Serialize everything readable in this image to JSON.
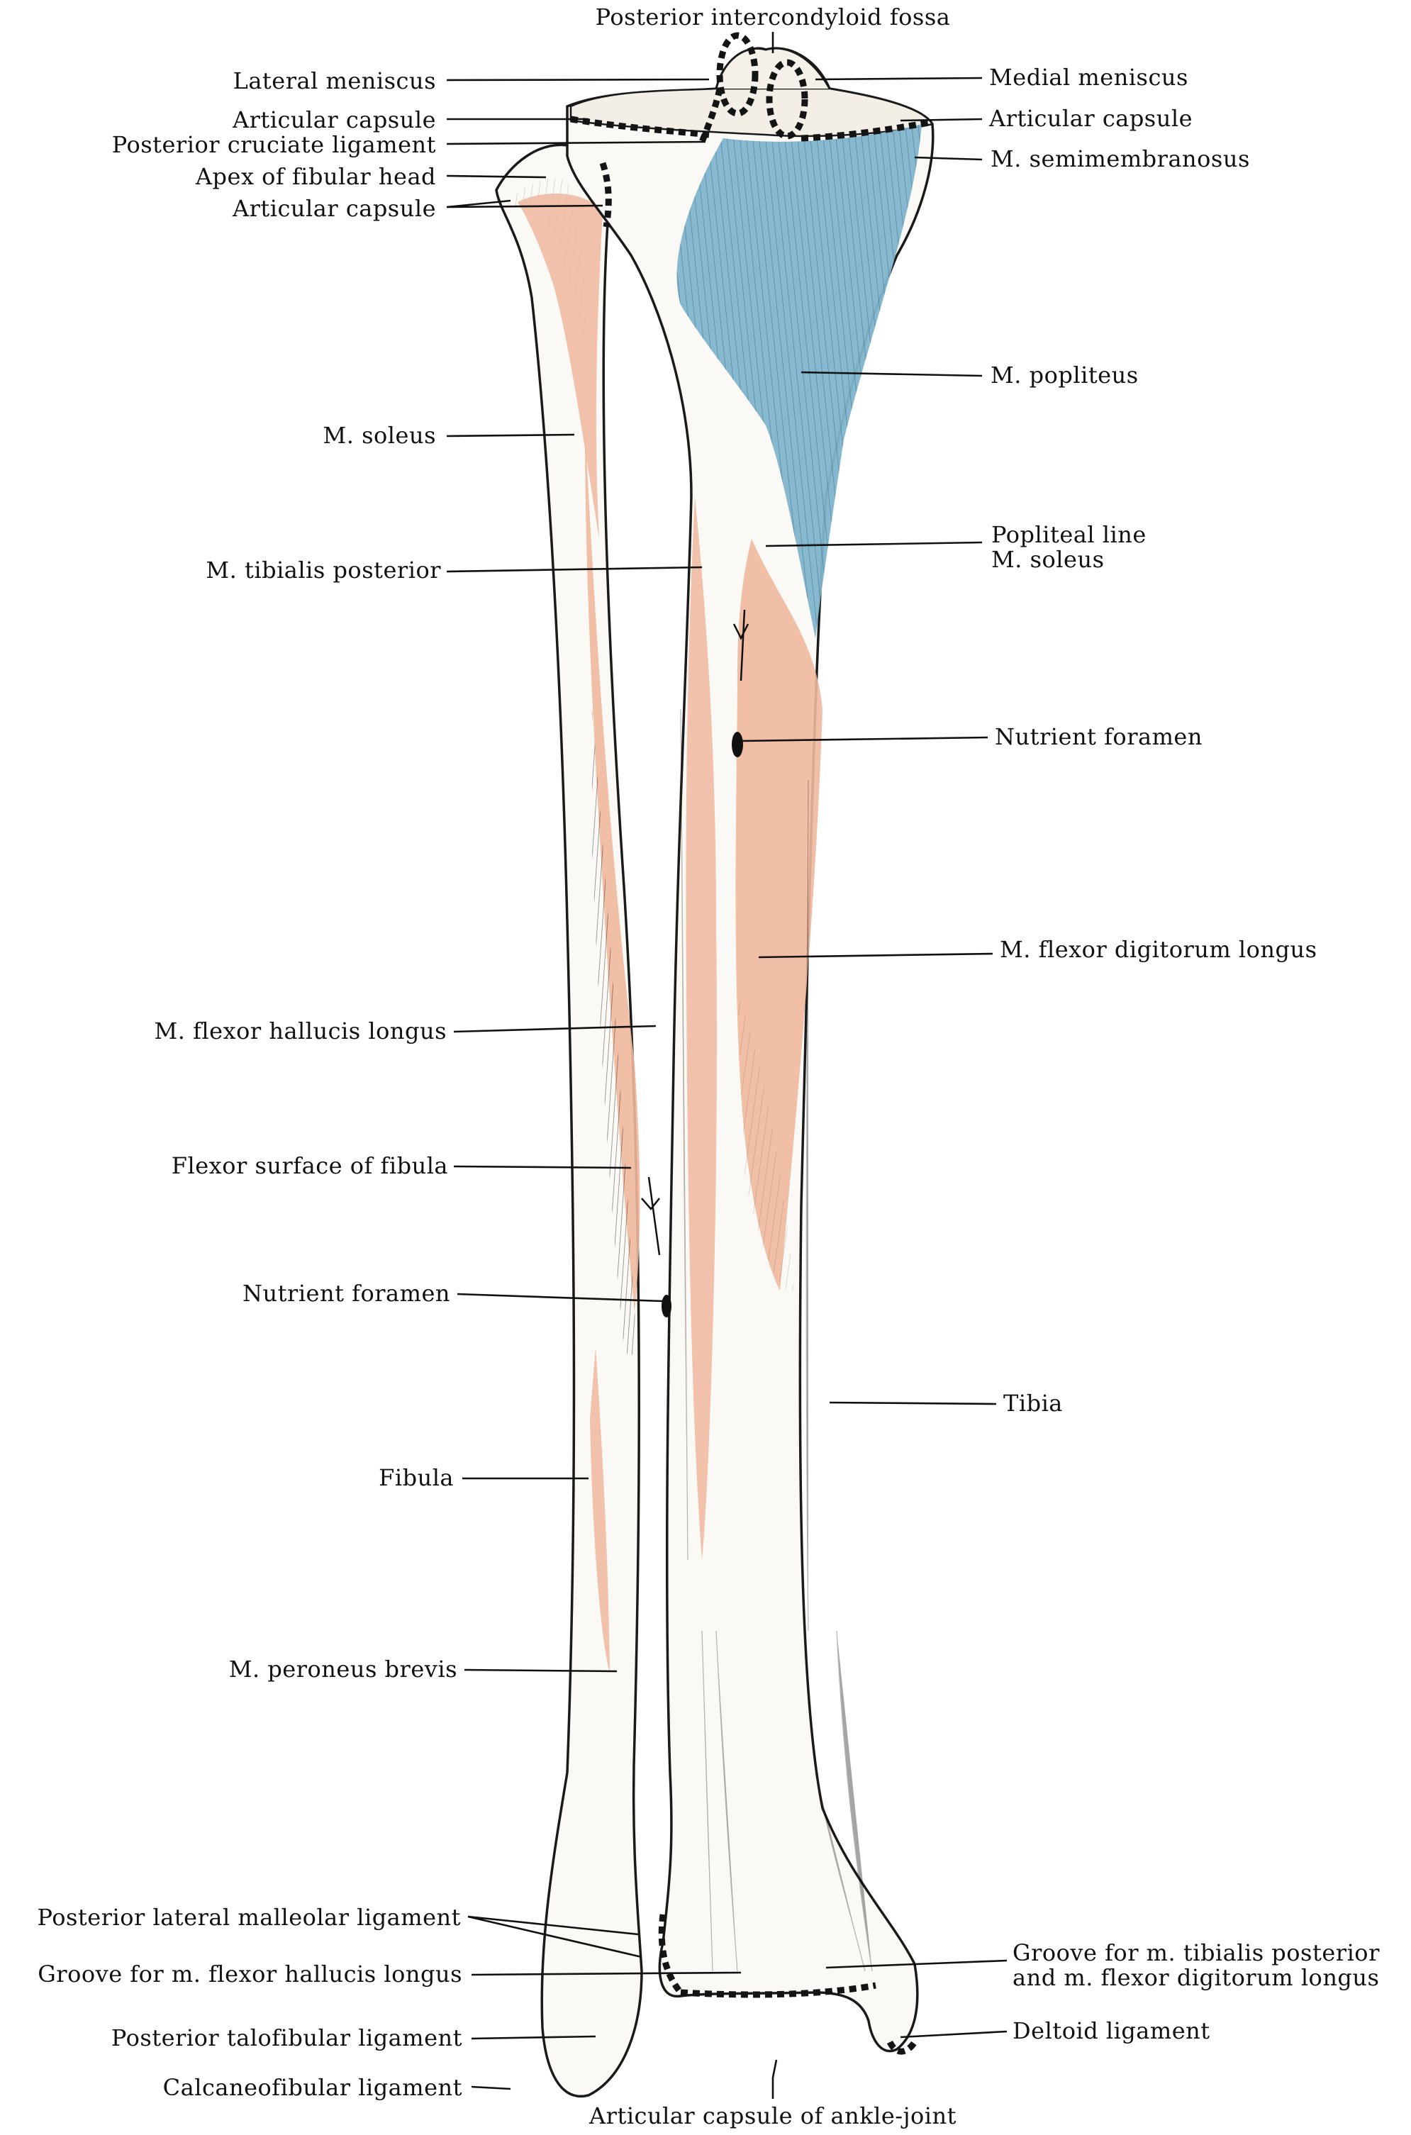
{
  "figure": {
    "top_label": "Posterior intercondyloid fossa",
    "bottom_label": "Articular capsule of ankle-joint",
    "colors": {
      "paper": "#ffffff",
      "bone": "#fbf9f5",
      "bone_outline": "#1a1a1a",
      "muscle_origin": "#efb79d",
      "muscle_insertion": "#7fb5cd",
      "capsule": "#141414"
    },
    "labels_left": [
      "Lateral meniscus",
      "Articular capsule",
      "Posterior cruciate ligament",
      "Apex of fibular head",
      "Articular capsule",
      "M. soleus",
      "M. tibialis posterior",
      "M. flexor hallucis longus",
      "Flexor surface of fibula",
      "Nutrient foramen",
      "Fibula",
      "M. peroneus brevis",
      "Posterior lateral malleolar ligament",
      "Groove for m. flexor hallucis longus",
      "Posterior talofibular ligament",
      "Calcaneofibular ligament"
    ],
    "labels_right": [
      "Medial meniscus",
      "Articular capsule",
      "M. semimembranosus",
      "M. popliteus",
      "Popliteal line",
      "M. soleus",
      "Nutrient foramen",
      "M. flexor digitorum longus",
      "Tibia",
      "Groove for m. tibialis posterior",
      "and m. flexor digitorum longus",
      "Deltoid ligament"
    ]
  }
}
